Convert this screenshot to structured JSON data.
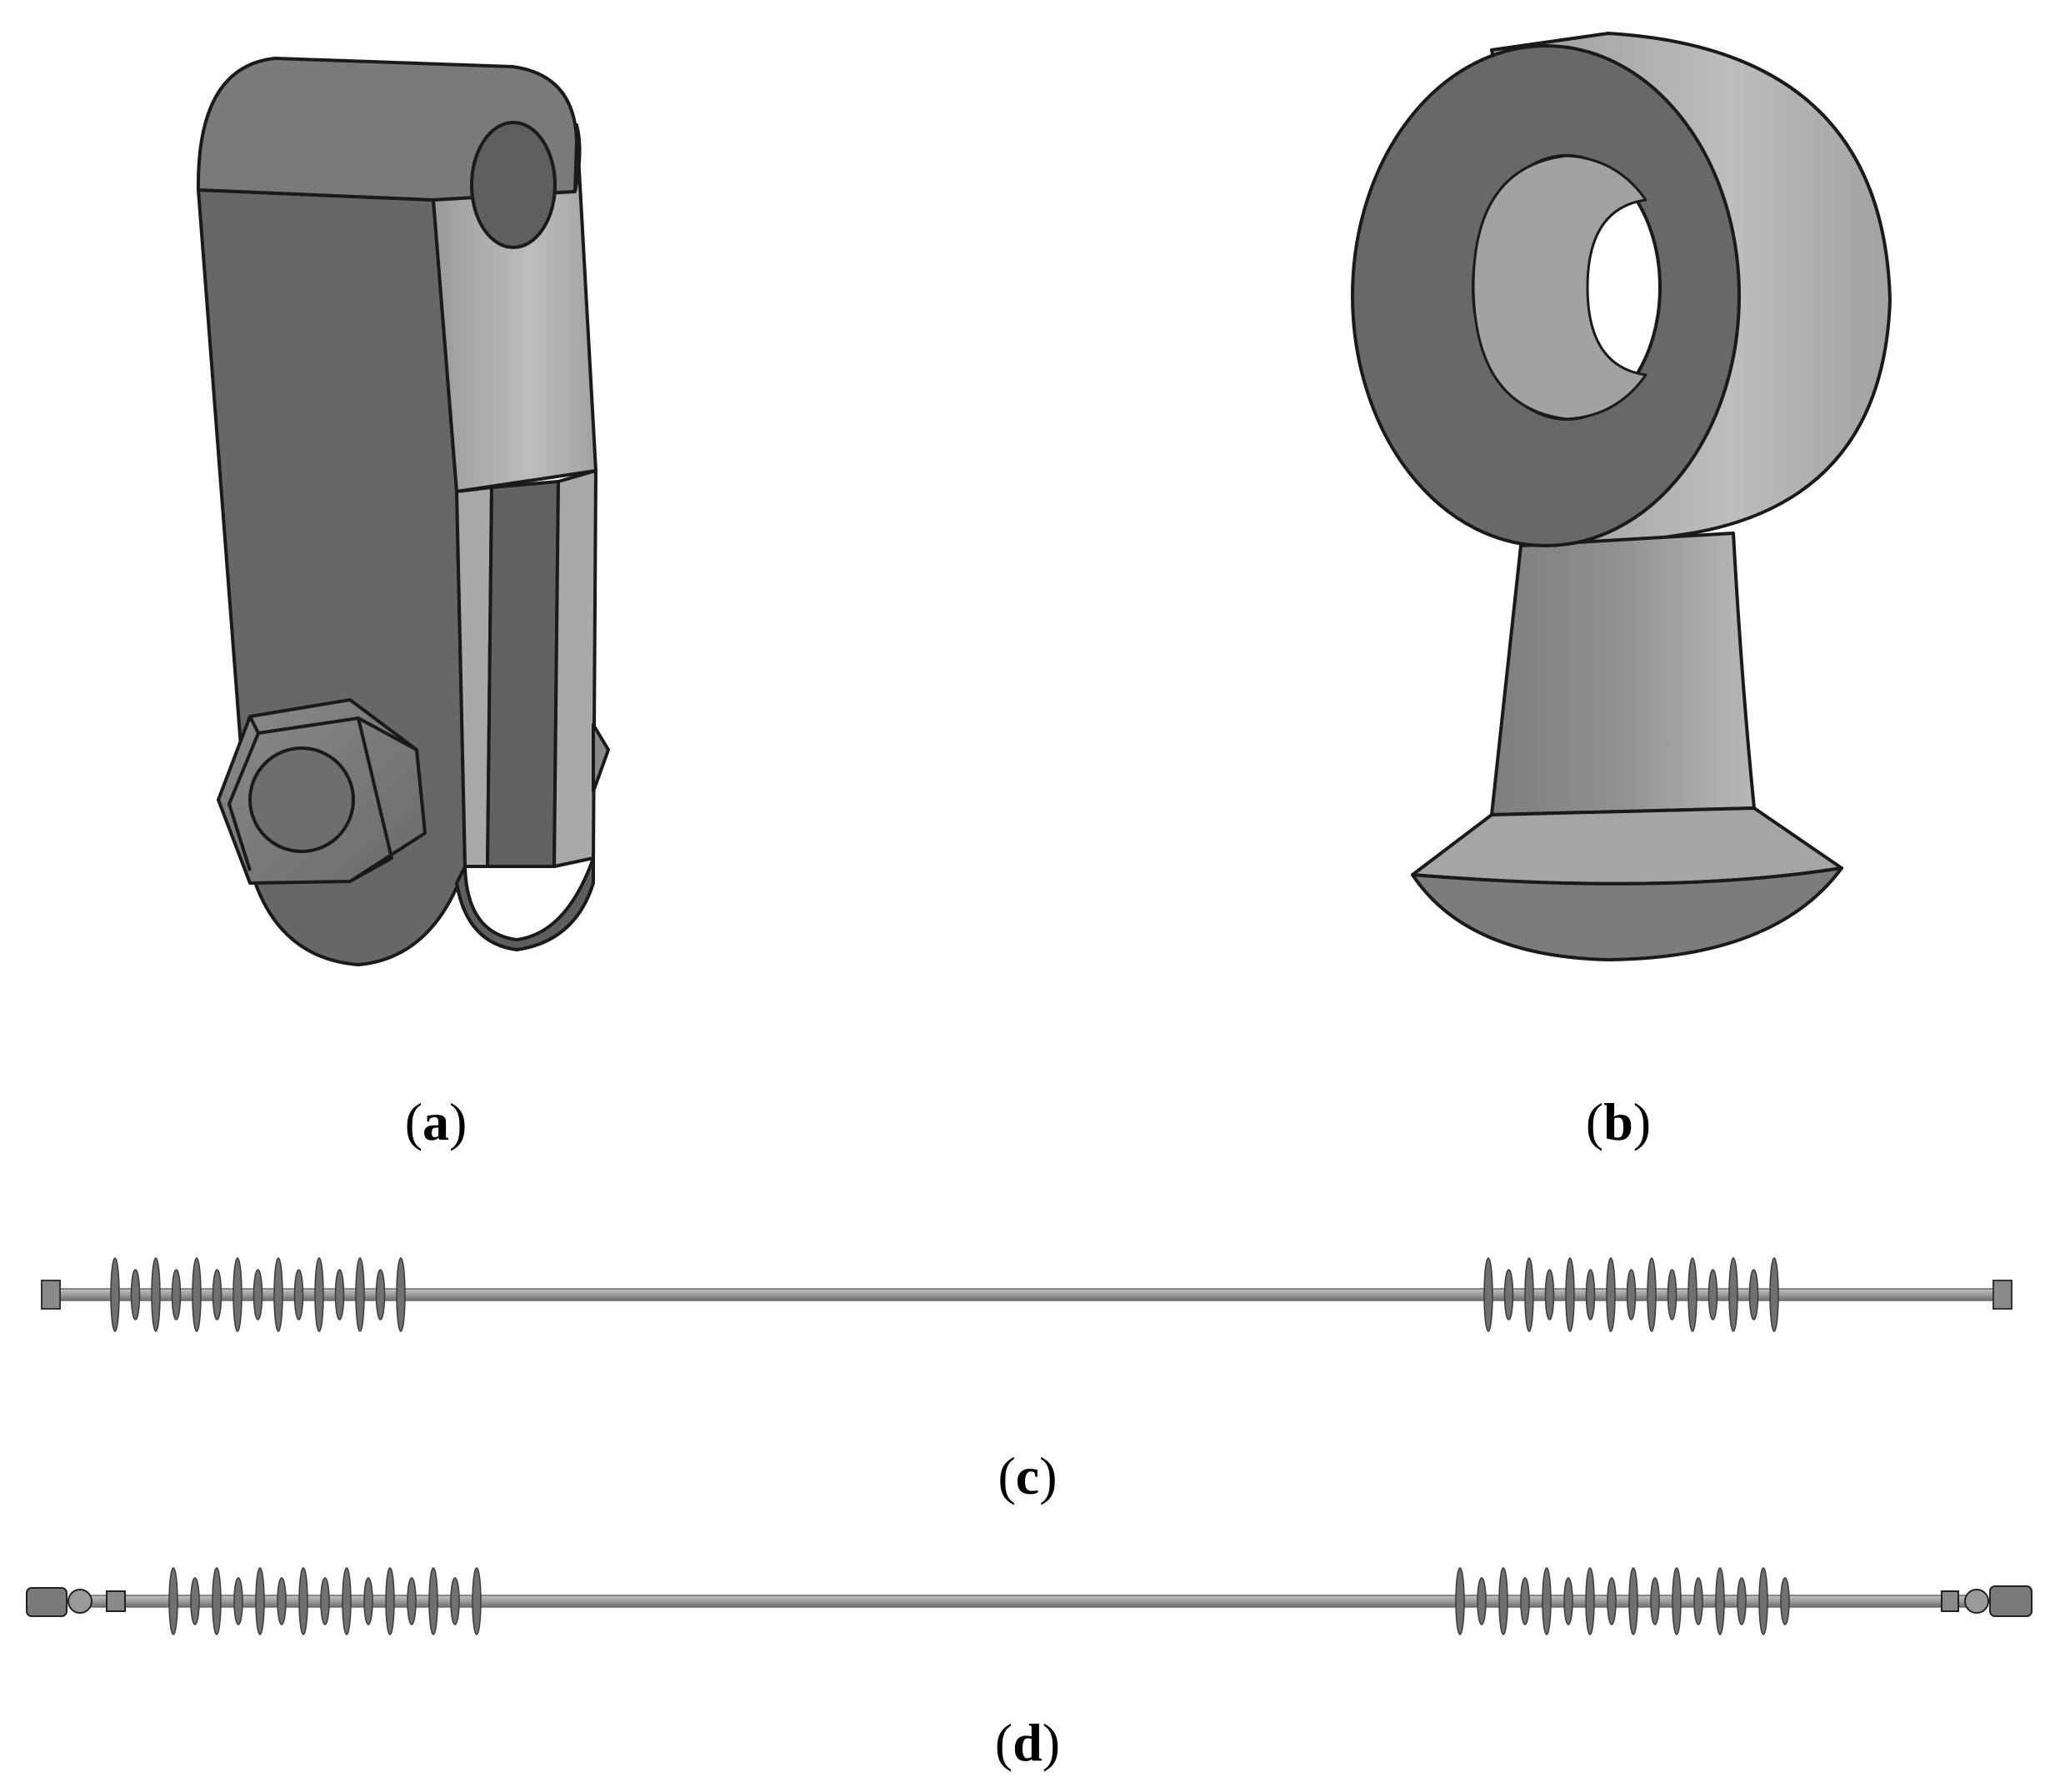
{
  "figure": {
    "panels": [
      {
        "id": "a",
        "letter": "a"
      },
      {
        "id": "b",
        "letter": "b"
      },
      {
        "id": "c",
        "letter": "c"
      },
      {
        "id": "d",
        "letter": "d"
      }
    ],
    "colors": {
      "dark_face": "#666666",
      "mid_face": "#8c8c8c",
      "light_face": "#b4b4b4",
      "outline": "#1a1a1a",
      "rod": "#9a9a9a",
      "shed": "#707070"
    }
  }
}
